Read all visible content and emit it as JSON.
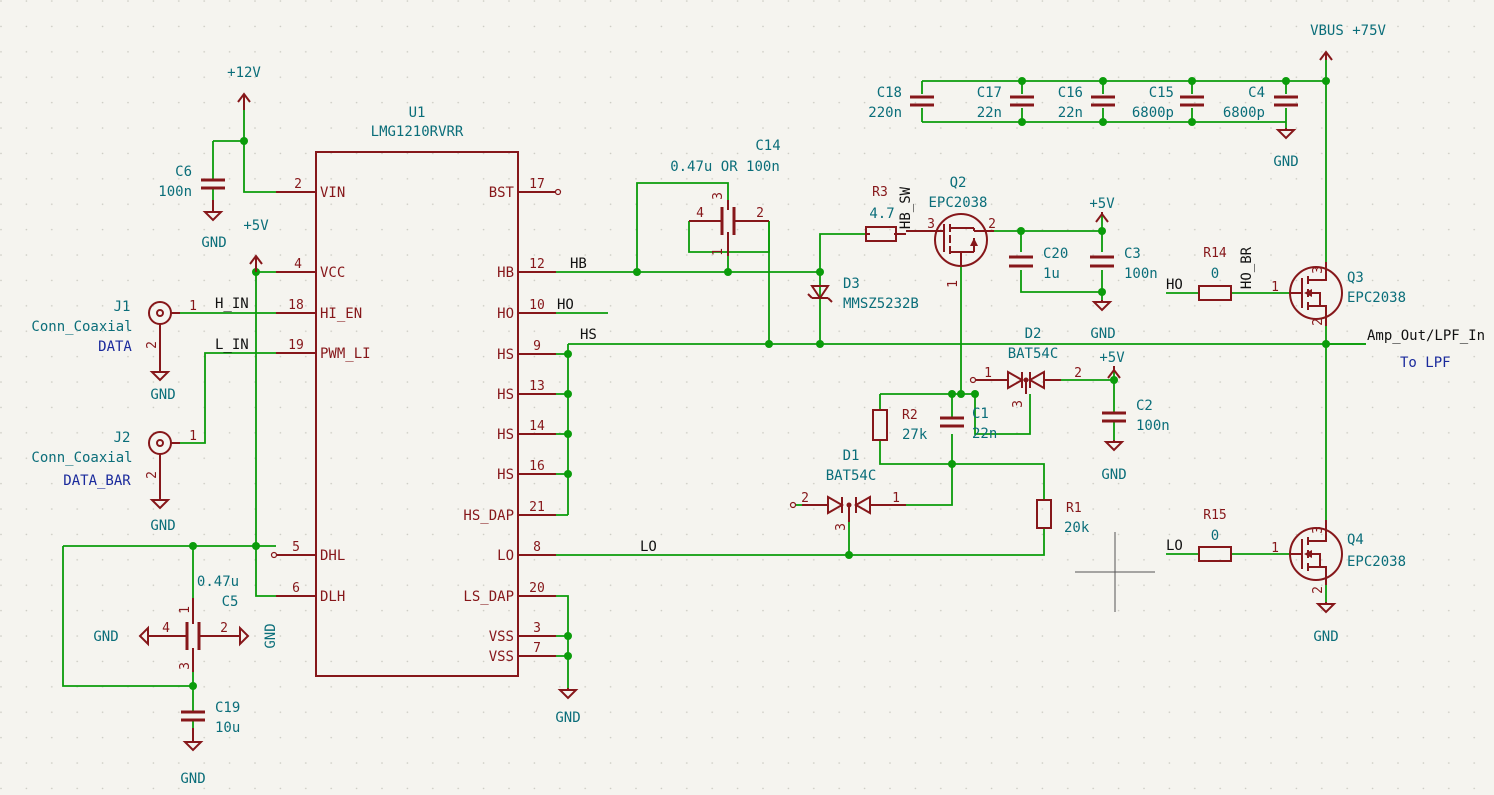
{
  "u1": {
    "ref": "U1",
    "value": "LMG1210RVRR",
    "left_pins": [
      {
        "num": "2",
        "name": "VIN"
      },
      {
        "num": "4",
        "name": "VCC"
      },
      {
        "num": "18",
        "name": "HI_EN"
      },
      {
        "num": "19",
        "name": "PWM_LI"
      },
      {
        "num": "5",
        "name": "DHL"
      },
      {
        "num": "6",
        "name": "DLH"
      }
    ],
    "right_pins": [
      {
        "num": "17",
        "name": "BST"
      },
      {
        "num": "12",
        "name": "HB"
      },
      {
        "num": "10",
        "name": "HO"
      },
      {
        "num": "9",
        "name": "HS"
      },
      {
        "num": "13",
        "name": "HS"
      },
      {
        "num": "14",
        "name": "HS"
      },
      {
        "num": "16",
        "name": "HS"
      },
      {
        "num": "21",
        "name": "HS_DAP"
      },
      {
        "num": "8",
        "name": "LO"
      },
      {
        "num": "20",
        "name": "LS_DAP"
      },
      {
        "num": "3",
        "name": "VSS"
      },
      {
        "num": "7",
        "name": "VSS"
      }
    ]
  },
  "c6": {
    "ref": "C6",
    "value": "100n"
  },
  "j1": {
    "ref": "J1",
    "value": "Conn_Coaxial",
    "label": "DATA",
    "p1": "1",
    "p2": "2"
  },
  "j2": {
    "ref": "J2",
    "value": "Conn_Coaxial",
    "label": "DATA_BAR",
    "p1": "1",
    "p2": "2"
  },
  "c5": {
    "ref": "C5",
    "value": "0.47u",
    "p1": "1",
    "p2": "2",
    "p3": "3",
    "p4": "4"
  },
  "c19": {
    "ref": "C19",
    "value": "10u"
  },
  "c14": {
    "ref": "C14",
    "value": "0.47u OR 100n",
    "p1": "1",
    "p2": "2",
    "p3": "3",
    "p4": "4"
  },
  "r3": {
    "ref": "R3",
    "value": "4.7"
  },
  "d3": {
    "ref": "D3",
    "value": "MMSZ5232B"
  },
  "q2": {
    "ref": "Q2",
    "value": "EPC2038",
    "p1": "1",
    "p2": "2",
    "p3": "3"
  },
  "c20": {
    "ref": "C20",
    "value": "1u"
  },
  "c3": {
    "ref": "C3",
    "value": "100n"
  },
  "c18": {
    "ref": "C18",
    "value": "220n"
  },
  "c17": {
    "ref": "C17",
    "value": "22n"
  },
  "c16": {
    "ref": "C16",
    "value": "22n"
  },
  "c15": {
    "ref": "C15",
    "value": "6800p"
  },
  "c4": {
    "ref": "C4",
    "value": "6800p"
  },
  "r14": {
    "ref": "R14",
    "value": "0"
  },
  "r15": {
    "ref": "R15",
    "value": "0"
  },
  "q3": {
    "ref": "Q3",
    "value": "EPC2038",
    "p1": "1",
    "p2": "2",
    "p3": "3"
  },
  "q4": {
    "ref": "Q4",
    "value": "EPC2038",
    "p1": "1",
    "p2": "2",
    "p3": "3"
  },
  "d2": {
    "ref": "D2",
    "value": "BAT54C",
    "p1": "1",
    "p2": "2",
    "p3": "3"
  },
  "c2": {
    "ref": "C2",
    "value": "100n"
  },
  "r2": {
    "ref": "R2",
    "value": "27k"
  },
  "c1": {
    "ref": "C1",
    "value": "22n"
  },
  "d1": {
    "ref": "D1",
    "value": "BAT54C",
    "p1": "1",
    "p2": "2",
    "p3": "3"
  },
  "r1": {
    "ref": "R1",
    "value": "20k"
  },
  "power": {
    "p12v": "+12V",
    "p5v": "+5V",
    "vbus": "VBUS +75V",
    "gnd": "GND"
  },
  "nets": {
    "h_in": "H_IN",
    "l_in": "L_IN",
    "hb": "HB",
    "ho": "HO",
    "hs": "HS",
    "lo": "LO",
    "hb_sw": "HB_SW",
    "ho_br": "HO_BR",
    "amp_out": "Amp_Out/LPF_In",
    "to_lpf": "To LPF"
  }
}
